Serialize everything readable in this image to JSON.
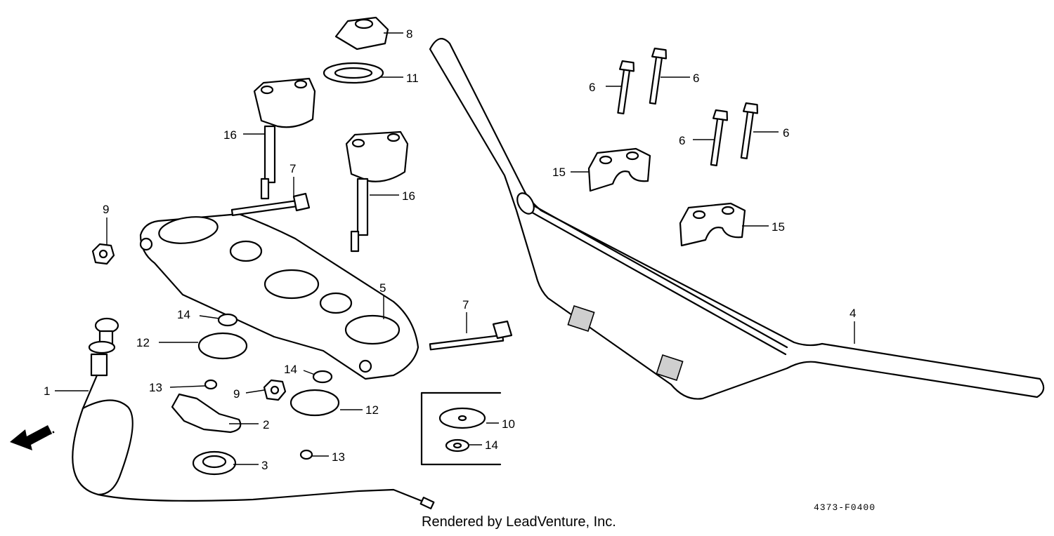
{
  "callouts": {
    "c1": "1",
    "c2": "2",
    "c3": "3",
    "c4": "4",
    "c5": "5",
    "c6a": "6",
    "c6b": "6",
    "c6c": "6",
    "c6d": "6",
    "c7a": "7",
    "c7b": "7",
    "c8": "8",
    "c9a": "9",
    "c9b": "9",
    "c10": "10",
    "c11": "11",
    "c12a": "12",
    "c12b": "12",
    "c13a": "13",
    "c13b": "13",
    "c14a": "14",
    "c14b": "14",
    "c14c": "14",
    "c15a": "15",
    "c15b": "15",
    "c16a": "16",
    "c16b": "16"
  },
  "direction_label": "FR.",
  "diagram_code": "4373-F0400",
  "credit": "Rendered by LeadVenture, Inc."
}
